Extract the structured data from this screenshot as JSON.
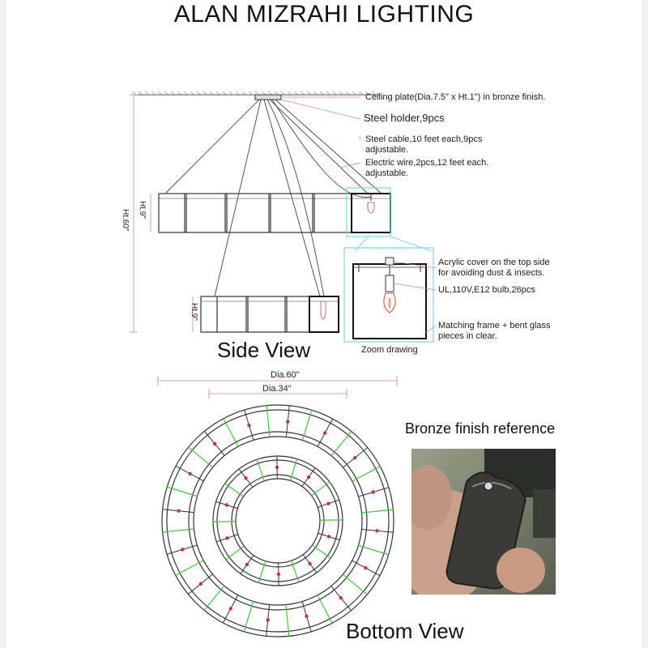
{
  "title": "ALAN MIZRAHI LIGHTING",
  "side_view": {
    "caption": "Side View",
    "labels": {
      "ceiling_plate": "Ceiling plate(Dia.7.5\" x Ht.1\") in bronze finish.",
      "steel_holder": "Steel holder,9pcs",
      "steel_cable_1": "Steel cable,10 feet each,9pcs",
      "steel_cable_2": "adjustable.",
      "electric_wire_1": "Electric wire,2pcs,12 feet each.",
      "electric_wire_2": "adjustable."
    },
    "dimensions": {
      "overall_height": "Ht.60\"",
      "upper_ring_height": "Ht.9\"",
      "lower_ring_height": "Ht.9\""
    }
  },
  "zoom": {
    "caption": "Zoom drawing",
    "labels": {
      "acrylic_1": "Acrylic cover on the top side",
      "acrylic_2": "for avoiding dust & insects.",
      "bulb": "UL,110V,E12 bulb,26pcs",
      "frame_1": "Matching frame + bent glass",
      "frame_2": "pieces in clear."
    }
  },
  "bottom_view": {
    "caption": "Bottom View",
    "dimensions": {
      "outer_diameter": "Dia.60\"",
      "inner_diameter": "Dia.34\""
    }
  },
  "reference": {
    "title": "Bronze finish reference"
  },
  "colors": {
    "line": "#333333",
    "cyan_highlight": "#7fd6e0",
    "green_glass": "#3fc73f",
    "red_bulb": "#c0392b"
  }
}
